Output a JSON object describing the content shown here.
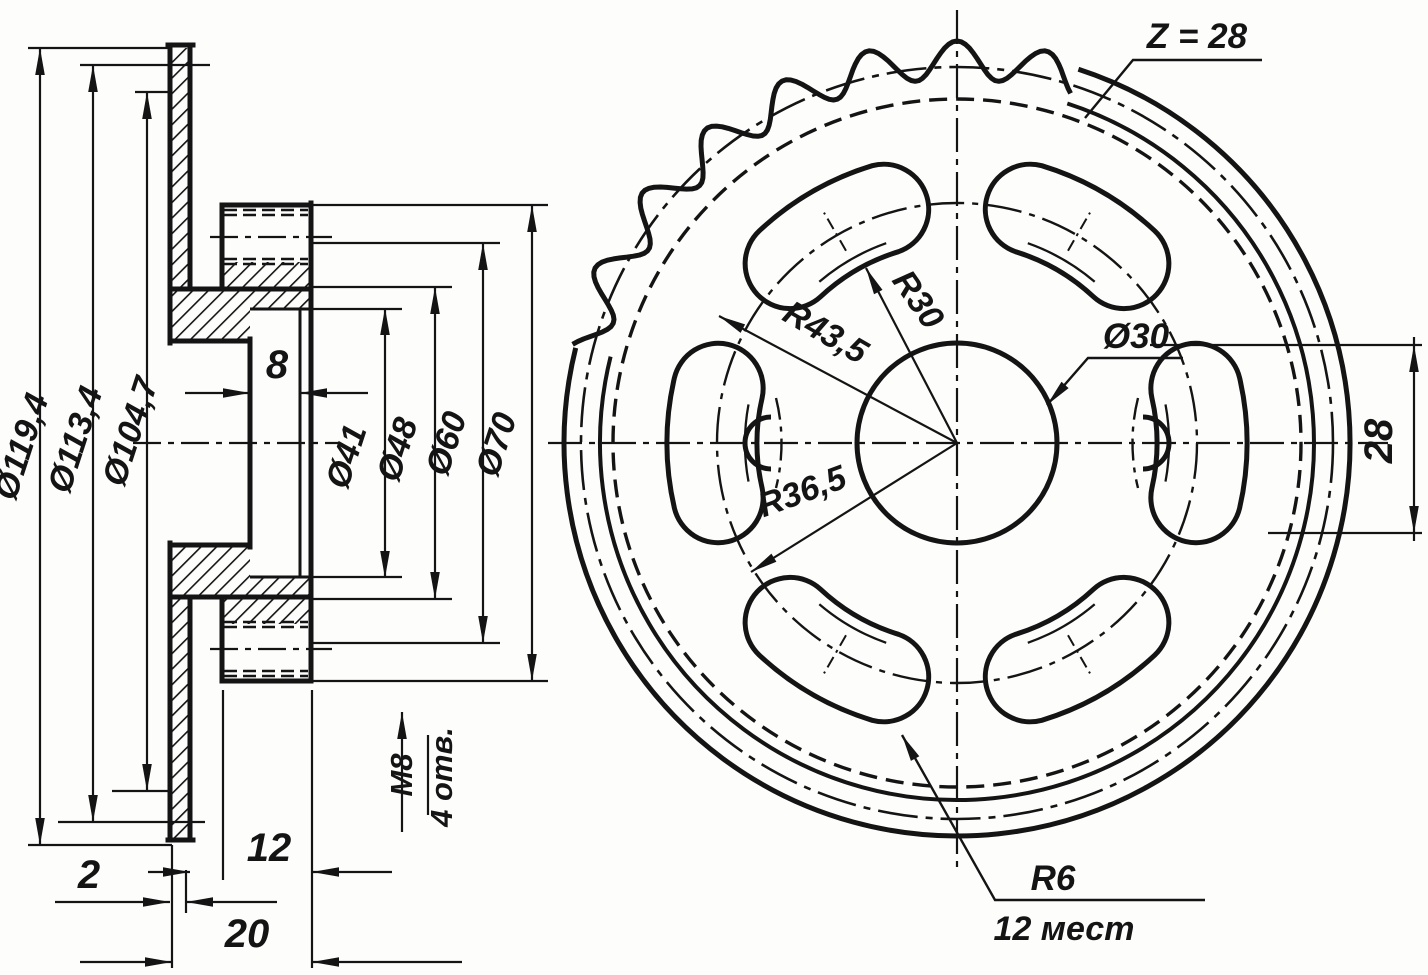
{
  "drawing": {
    "type": "technical-drawing",
    "part": "chain sprocket with hub",
    "ink_color": "#141414",
    "paper_color": "#fdfdfc",
    "section_view": {
      "diameter_labels": {
        "d1194": "Ø119,4",
        "d1134": "Ø113,4",
        "d1047": "Ø104,7",
        "d41": "Ø41",
        "d48": "Ø48",
        "d60": "Ø60",
        "d70": "Ø70"
      },
      "width_labels": {
        "w8": "8",
        "w2": "2",
        "w12": "12",
        "w20": "20"
      },
      "thread_callout": {
        "size": "М8",
        "holes": "4 отв."
      }
    },
    "front_view": {
      "teeth_label": "Z = 28",
      "teeth_count": 28,
      "bore_label": "Ø30",
      "radius_labels": {
        "r30": "R30",
        "r435": "R43,5",
        "r365": "R36,5",
        "r6": "R6"
      },
      "slot_width_label": "28",
      "slot_fillet_places": "12 мест",
      "slot_count": 6
    }
  }
}
